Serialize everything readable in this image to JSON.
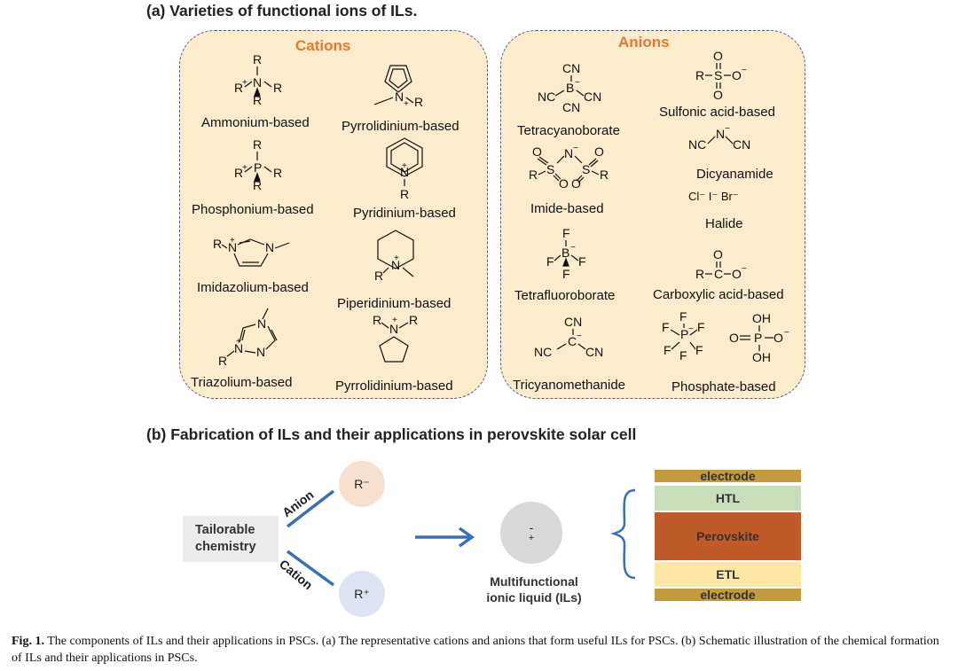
{
  "figure": {
    "panel_a_heading": "(a)  Varieties of functional ions of ILs.",
    "cations_title": "Cations",
    "anions_title": "Anions",
    "cations": [
      "Ammonium-based",
      "Pyrrolidinium-based",
      "Phosphonium-based",
      "Pyridinium-based",
      "Imidazolium-based",
      "Piperidinium-based",
      "Triazolium-based",
      "Pyrrolidinium-based"
    ],
    "anions": [
      "Tetracyanoborate",
      "Sulfonic acid-based",
      "Dicyanamide",
      "Imide-based",
      "Halide",
      "Tetrafluoroborate",
      "Carboxylic acid-based",
      "Tricyanomethanide",
      "Phosphate-based"
    ],
    "halide_formula": "Cl⁻  I⁻  Br⁻",
    "panel_b_heading": "(b)   Fabrication of ILs and their applications in perovskite solar cell",
    "tailorable": [
      "Tailorable",
      "chemistry"
    ],
    "anion_word": "Anion",
    "cation_word": "Cation",
    "anion_symbol": "R⁻",
    "cation_symbol": "R⁺",
    "il_charge_minus": "-",
    "il_charge_plus": "+",
    "il_label": [
      "Multifunctional",
      "ionic liquid (ILs)"
    ],
    "layers": {
      "electrode_top": "electrode",
      "htl": "HTL",
      "perovskite": "Perovskite",
      "etl": "ETL",
      "electrode_bottom": "electrode"
    },
    "colors": {
      "panel_fill": "#fbeccc",
      "panel_border": "#4b5f86",
      "title_orange": "#e07a35",
      "arrow_blue": "#3a6fb6",
      "anion_circle": "#f6e0d0",
      "cation_circle": "#dfe4f2",
      "il_circle": "#d9d9d9",
      "electrode": "#c39a3c",
      "htl": "#c8ddb9",
      "perovskite": "#bf5b28",
      "etl": "#fde7a4"
    }
  },
  "caption": {
    "label": "Fig. 1.",
    "text": " The components of ILs and their applications in PSCs. (a) The representative cations and anions that form useful ILs for PSCs. (b) Schematic illustration of the chemical formation of ILs and their applications in PSCs."
  }
}
